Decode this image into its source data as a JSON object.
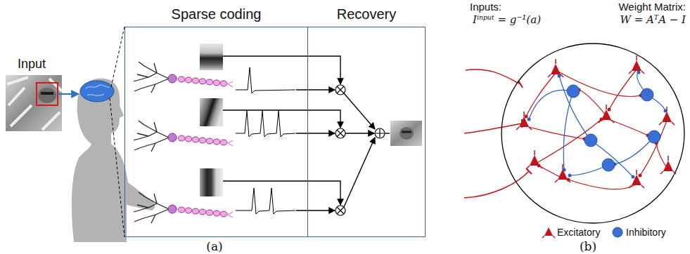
{
  "diagram": {
    "nodes": [
      {
        "text": [
          "Sparse coding"
        ]
      },
      {
        "text": [
          "Recovery"
        ]
      }
    ],
    "labels": [
      "Input",
      "Inputs:",
      "Iⁱⁿᵖᵘᵗ = g⁻¹(a)",
      "Weight Matrix:",
      "W = AᵀA − I",
      "(a)",
      "(b)"
    ],
    "legend": [
      {
        "text": "Excitatory"
      },
      {
        "text": "Inhibitory"
      }
    ]
  }
}
